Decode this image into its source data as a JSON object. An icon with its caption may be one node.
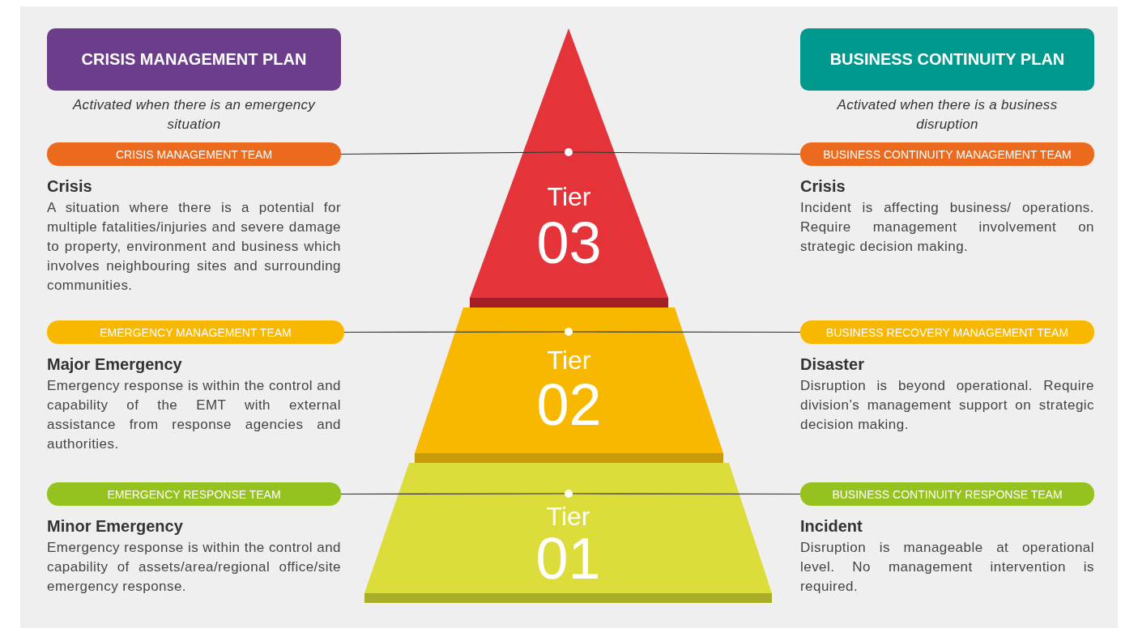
{
  "diagram": {
    "nodes": [
      {
        "text": [
          "CRISIS MANAGEMENT PLAN"
        ],
        "beside": [
          "Activated when there is an emergency situation"
        ]
      },
      {
        "text": [
          "Tier",
          "03"
        ]
      },
      {
        "text": [
          "BUSINESS CONTINUITY PLAN"
        ],
        "beside": [
          "Activated when there is a business disruption"
        ]
      },
      {
        "text": [
          "CRISIS MANAGEMENT TEAM"
        ],
        "beside": [
          "Crisis",
          "A situation where there is a potential for multiple fatalities/injuries and severe damage to property, environment and business which involves neighbouring sites and surrounding communities."
        ]
      },
      {
        "text": [],
        "shape": "circle",
        "in": 1
      },
      {
        "text": [
          "BUSINESS CONTINUITY MANAGEMENT TEAM"
        ],
        "beside": [
          "Crisis",
          "Incident is affecting business/ operations. Require management involvement on strategic decision making."
        ]
      },
      {
        "text": [
          "EMERGENCY MANAGEMENT TEAM"
        ],
        "beside": [
          "Major Emergency",
          "Emergency response is within the control and capability of the EMT with external assistance from response agencies and authorities."
        ]
      },
      {
        "text": [
          "Tier",
          "02"
        ]
      },
      {
        "text": [],
        "shape": "circle",
        "in": 7
      },
      {
        "text": [
          "BUSINESS RECOVERY MANAGEMENT TEAM"
        ],
        "beside": [
          "Disaster",
          "Disruption is beyond operational. Require division’s management support on strategic decision making."
        ]
      },
      {
        "text": [
          "EMERGENCY RESPONSE TEAM"
        ],
        "beside": [
          "Minor Emergency",
          "Emergency response is within the control and capability of assets/area/regional office/site emergency response."
        ]
      },
      {
        "text": [
          "Tier",
          "01"
        ]
      },
      {
        "text": [],
        "shape": "circle",
        "in": 11
      },
      {
        "text": [
          "BUSINESS CONTINUITY RESPONSE TEAM"
        ],
        "beside": [
          "Incident",
          "Disruption is manageable at operational level. No management intervention is required."
        ]
      }
    ],
    "edges": [
      {
        "from": 3,
        "to": 4,
        "arrow": "none"
      },
      {
        "from": 4,
        "to": 5,
        "arrow": "none"
      },
      {
        "from": 6,
        "to": 8,
        "arrow": "none"
      },
      {
        "from": 8,
        "to": 9,
        "arrow": "none"
      },
      {
        "from": 10,
        "to": 12,
        "arrow": "none"
      },
      {
        "from": 12,
        "to": 13,
        "arrow": "none"
      }
    ]
  }
}
